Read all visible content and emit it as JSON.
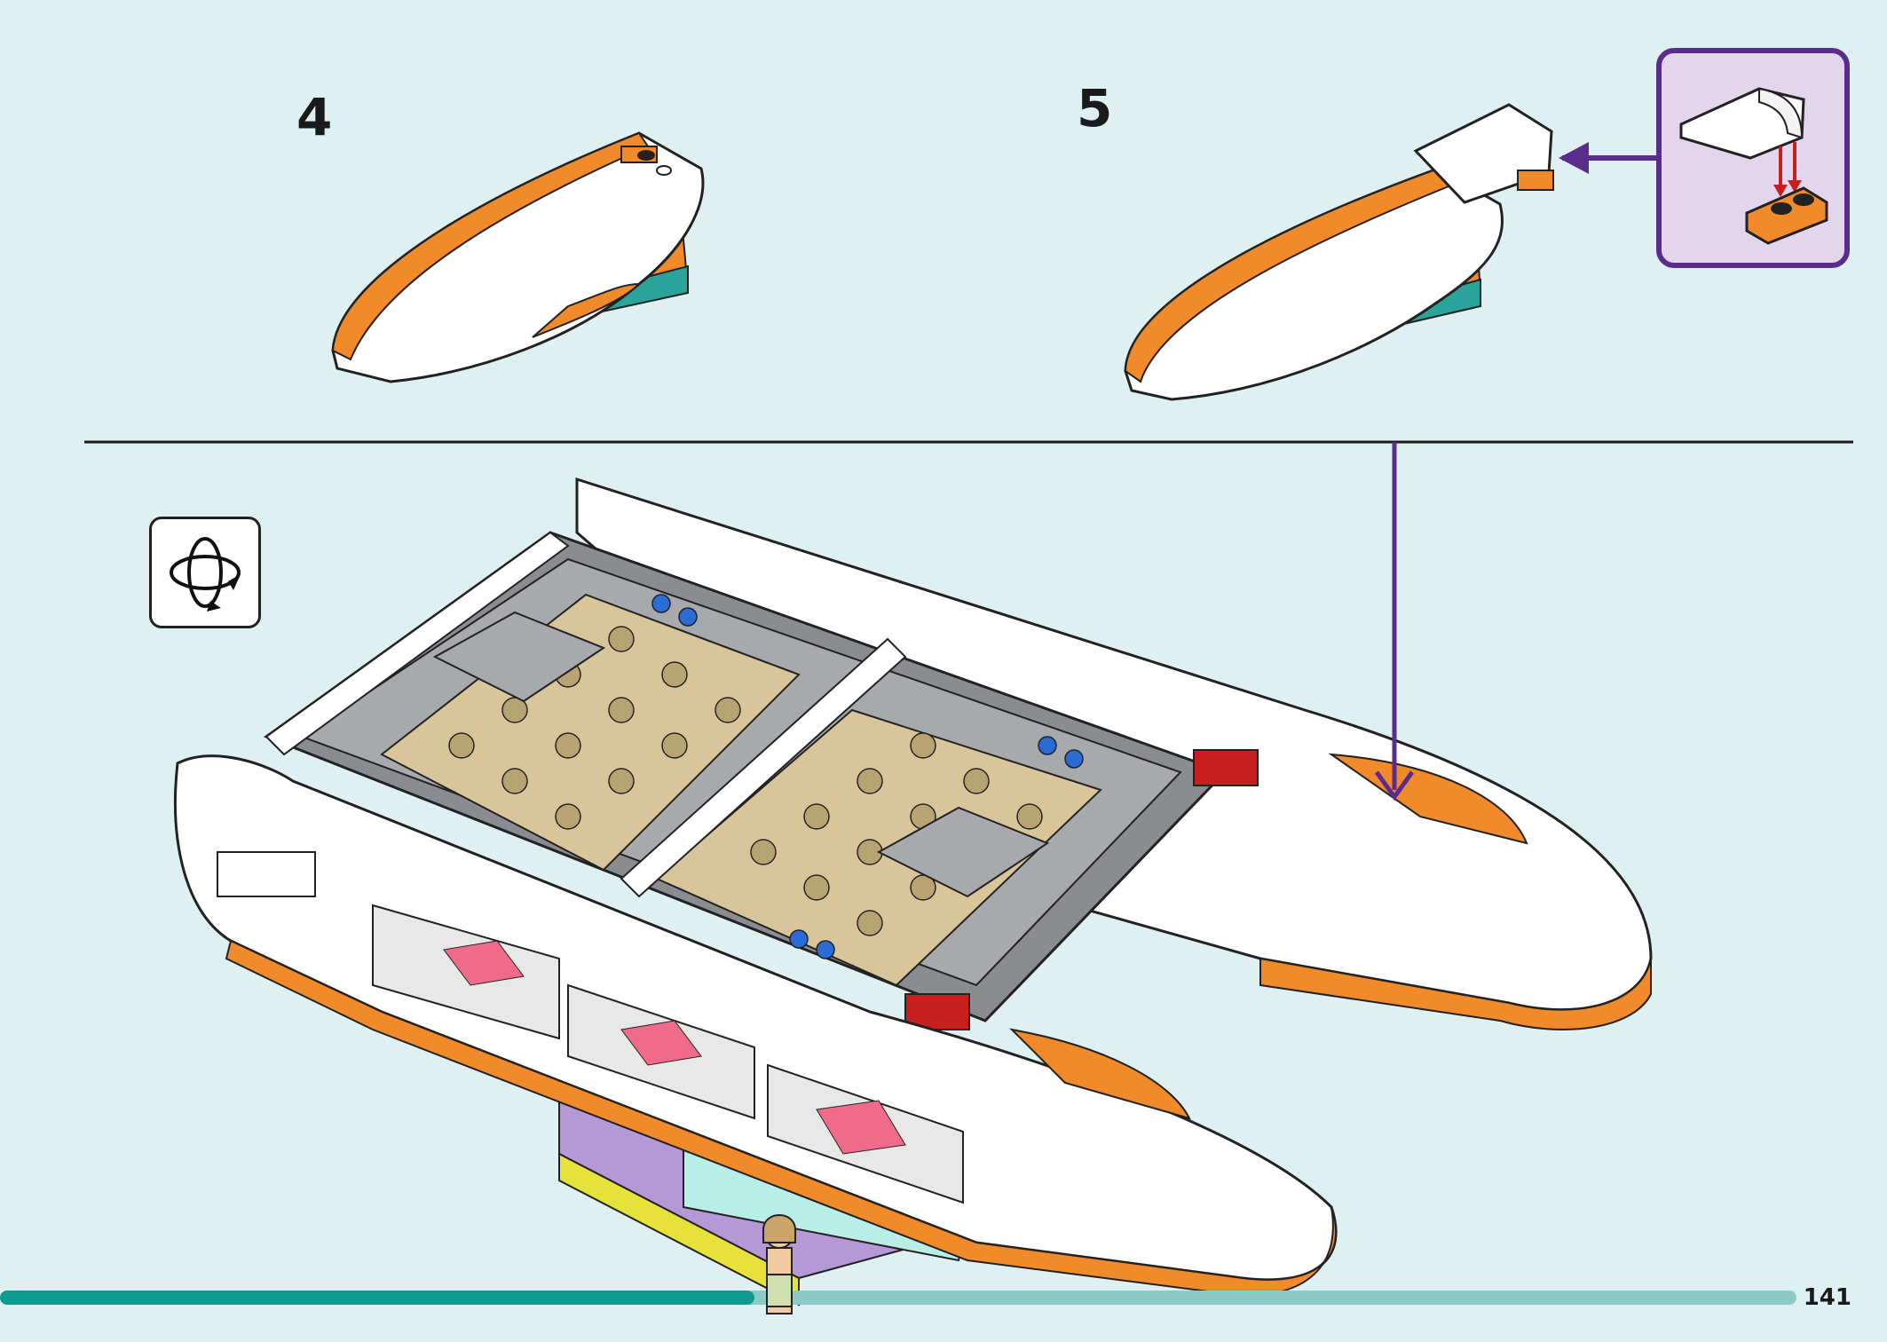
{
  "steps": [
    {
      "number": "4"
    },
    {
      "number": "5"
    }
  ],
  "page": {
    "number": "141"
  },
  "colors": {
    "background": "#dff0f3",
    "callout_border": "#5a2d8c",
    "callout_fill": "#e2d5ec",
    "progress_fill": "#0f9a8f",
    "progress_track": "#8ccac6",
    "boat_orange": "#f08a2a",
    "boat_white": "#ffffff",
    "teal": "#2aa39a",
    "tan": "#d8c69a",
    "gray": "#a7a9ac"
  },
  "progress": {
    "fraction": 0.42
  },
  "icons": [
    "rotate-model-icon",
    "callout-arrow-icon",
    "minifigure-icon"
  ]
}
